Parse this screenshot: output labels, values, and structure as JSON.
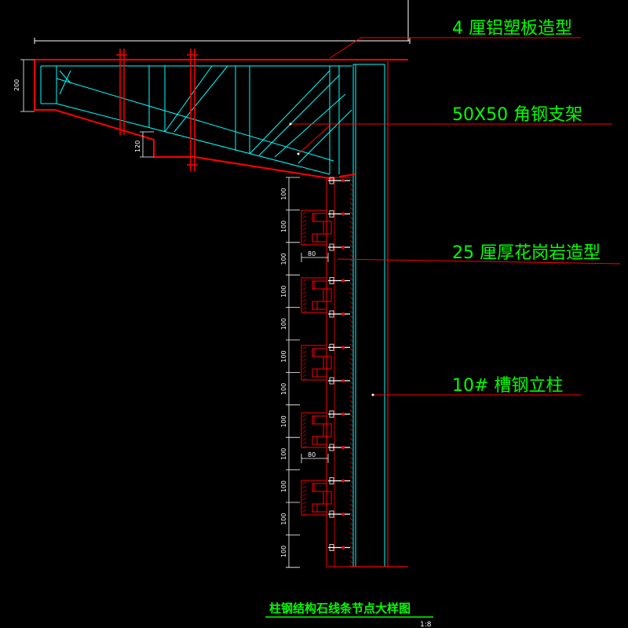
{
  "callouts": {
    "aluminum": "4 厘铝塑板造型",
    "angle_steel": "50X50 角钢支架",
    "granite": "25 厘厚花岗岩造型",
    "channel_steel": "10# 槽钢立柱"
  },
  "dimensions": {
    "d200": "200",
    "d120": "120",
    "d80": "80",
    "d100": "100"
  },
  "title": "柱钢结构石线条节点大样图",
  "scale": "1:8",
  "colors": {
    "background": "#000000",
    "outline": "#ff0000",
    "structure": "#00ffff",
    "text": "#00ff00",
    "leader": "#ff0000",
    "dimension": "#ffffff"
  }
}
